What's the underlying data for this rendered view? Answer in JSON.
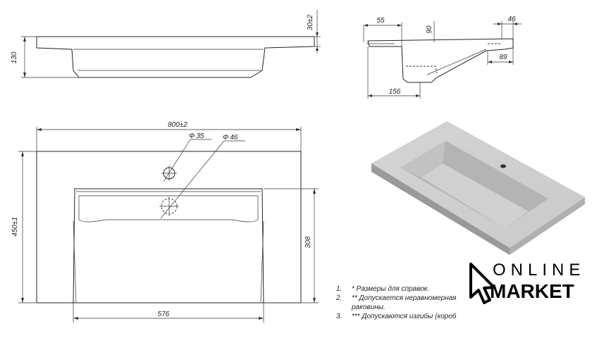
{
  "dimensions": {
    "top_height": "130",
    "top_rim": "30±2",
    "side_55": "55",
    "side_46": "46",
    "side_90": "90",
    "side_89": "89",
    "side_156": "156",
    "plan_width": "800±2",
    "plan_depth": "450±1",
    "bowl_depth": "308",
    "bowl_width": "576",
    "hole_35": "35",
    "hole_46": "46",
    "diameter_symbol": "Φ"
  },
  "notes": [
    {
      "number": "1.",
      "text": "* Размеры для справок."
    },
    {
      "number": "2.",
      "text": "** Допускается неравномерная",
      "continuation": "раковины."
    },
    {
      "number": "3.",
      "text": "*** Допускаются изгибы (коробление)"
    }
  ],
  "logo": {
    "line1": "ONLINE",
    "line2": "MARKET"
  }
}
